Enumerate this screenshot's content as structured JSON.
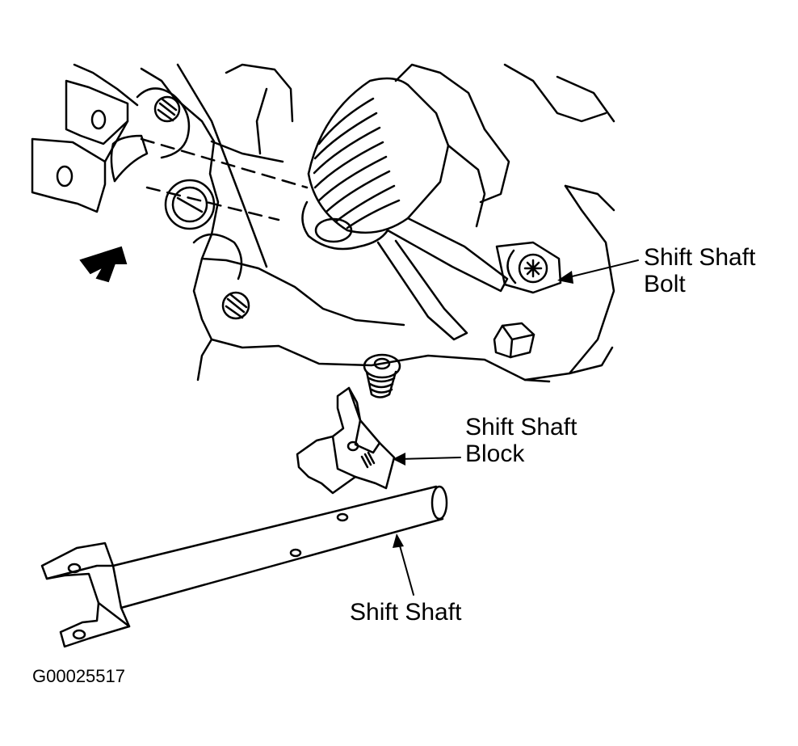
{
  "diagram": {
    "figure_id": "G00025517",
    "callouts": {
      "shift_shaft_bolt": [
        "Shift Shaft",
        "Bolt"
      ],
      "shift_shaft_block": [
        "Shift Shaft",
        "Block"
      ],
      "shift_shaft": [
        "Shift Shaft"
      ]
    },
    "colors": {
      "ink": "#000000",
      "paper": "#ffffff"
    },
    "icons": [
      "direction-arrow-icon"
    ]
  }
}
